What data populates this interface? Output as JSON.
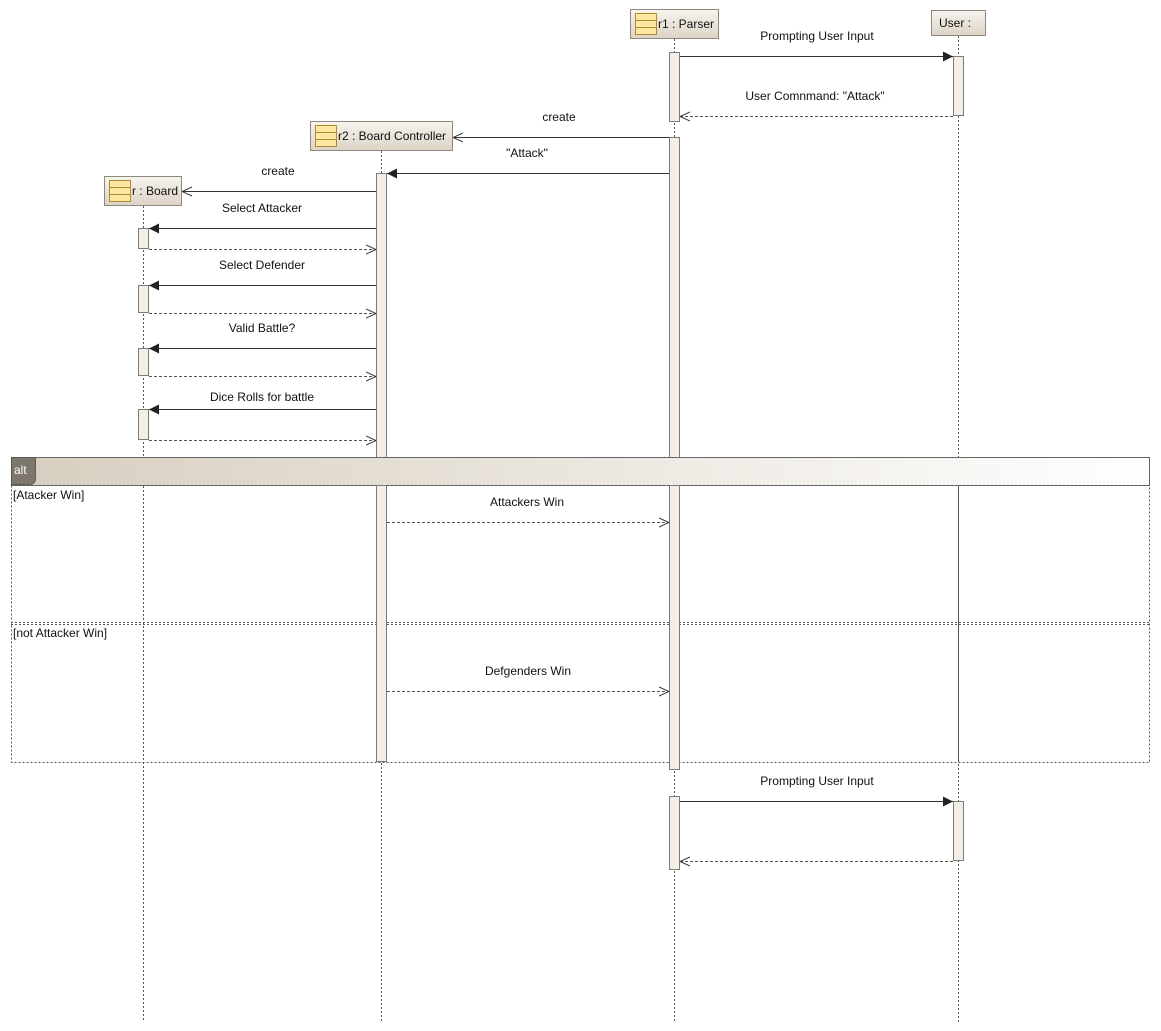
{
  "lifelines": {
    "board": {
      "label": "r : Board",
      "icon": "class-icon"
    },
    "controller": {
      "label": "r2 : Board Controller",
      "icon": "class-icon"
    },
    "parser": {
      "label": "r1 : Parser",
      "icon": "class-icon"
    },
    "user": {
      "label": "User :"
    }
  },
  "messages": {
    "prompt1": "Prompting User Input",
    "user_command": "User Comnmand: \"Attack\"",
    "create_controller": "create",
    "attack": "\"Attack\"",
    "create_board": "create",
    "select_attacker": "Select Attacker",
    "select_defender": "Select Defender",
    "valid_battle": "Valid Battle?",
    "dice_rolls": "Dice Rolls for battle",
    "attackers_win": "Attackers Win",
    "defenders_win": "Defgenders Win",
    "prompt2": "Prompting User Input"
  },
  "fragment": {
    "operator": "alt",
    "guard1": "[Atacker Win]",
    "guard2": "[not Attacker Win]"
  },
  "colors": {
    "header_fill_top": "#f6f3ee",
    "header_fill_bottom": "#ddd4c6",
    "icon_fill": "#fde8a2",
    "icon_stroke": "#b08a30",
    "activation_fill": "#f3efe8",
    "alt_tag_fill": "#7d776e"
  }
}
